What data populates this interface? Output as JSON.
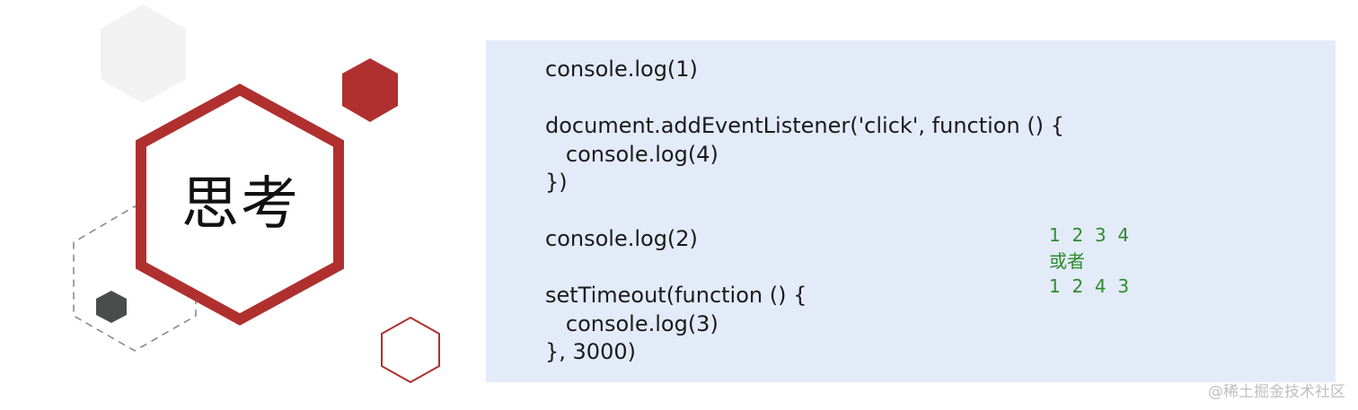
{
  "slide": {
    "title": "思考",
    "code_lines": [
      "console.log(1)",
      "",
      "document.addEventListener('click', function () {",
      "   console.log(4)",
      "})",
      "",
      "console.log(2)",
      "",
      "setTimeout(function () {",
      "   console.log(3)",
      "}, 3000)"
    ],
    "answer": {
      "option_a": "1  2  3  4",
      "separator": "或者",
      "option_b": "1  2  4  3"
    },
    "watermark": "@稀土掘金技术社区"
  },
  "colors": {
    "accent_red": "#b0302f",
    "code_bg": "#e3ebf9",
    "answer_green": "#2e8b2e",
    "hex_gray": "#f2f2f2",
    "hex_dark": "#4a4d4c"
  }
}
